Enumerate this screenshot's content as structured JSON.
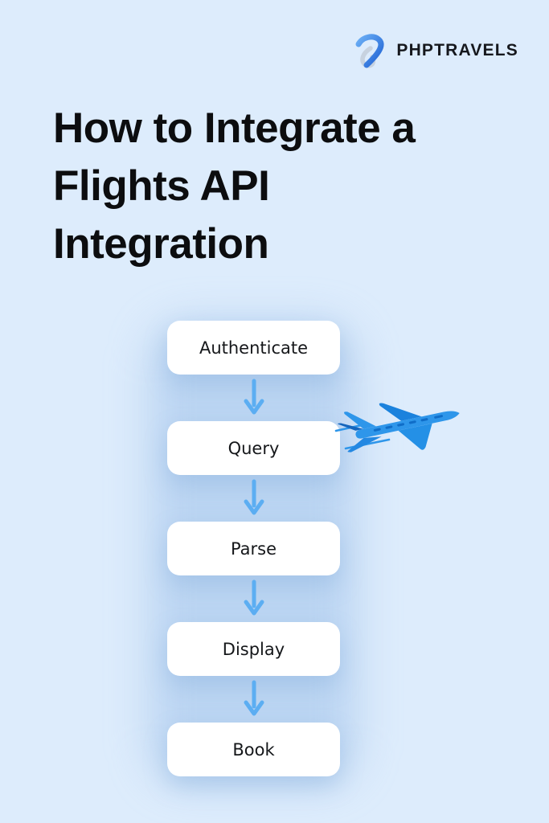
{
  "page": {
    "background_color": "#ddecfc"
  },
  "brand": {
    "name": "PHPTRAVELS",
    "icon": "phptravels-swoosh-icon",
    "icon_blue": "#2f7ae0",
    "text_color": "#16181d"
  },
  "title": {
    "full_text": "How to Integrate a Flights API Integration",
    "lines": [
      "How to Integrate a",
      "Flights API",
      "Integration"
    ],
    "color": "#0c0d0f"
  },
  "flowchart": {
    "steps": [
      {
        "label": "Authenticate"
      },
      {
        "label": "Query"
      },
      {
        "label": "Parse"
      },
      {
        "label": "Display"
      },
      {
        "label": "Book"
      }
    ],
    "order_note": "vertical top-to-bottom flow connected by down arrows",
    "box_background": "#ffffff",
    "label_color": "#15171a",
    "arrow_color": "#5caef2"
  },
  "decor": {
    "airplane_icon": "airplane-icon",
    "airplane_color": "#2e96ea"
  }
}
